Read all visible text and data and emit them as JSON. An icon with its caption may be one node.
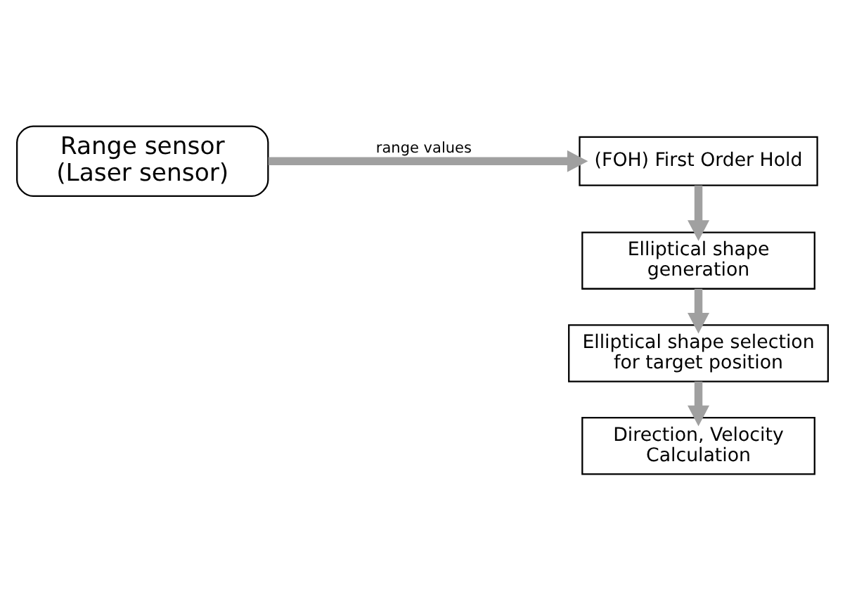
{
  "diagram": {
    "nodes": [
      {
        "text": [
          "Range sensor (Laser sensor)"
        ]
      },
      {
        "text": [
          "(FOH) First Order Hold"
        ]
      },
      {
        "text": [
          "Elliptical shape generation"
        ]
      },
      {
        "text": [
          "Elliptical shape selection for target position"
        ]
      },
      {
        "text": [
          "Direction, Velocity Calculation"
        ]
      }
    ],
    "edges": [
      {
        "from": 0,
        "to": 1,
        "arrow": "to",
        "label": "range values"
      },
      {
        "from": 1,
        "to": 2,
        "arrow": "to"
      },
      {
        "from": 2,
        "to": 3,
        "arrow": "to"
      },
      {
        "from": 3,
        "to": 4,
        "arrow": "to"
      }
    ]
  }
}
